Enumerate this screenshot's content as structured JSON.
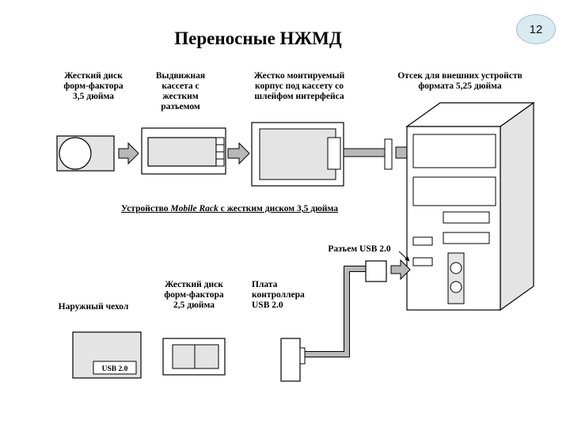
{
  "slide": {
    "title": "Переносные НЖМД",
    "page_number": "12"
  },
  "labels": {
    "hdd35": "Жесткий диск\nформ-фактора\n3,5 дюйма",
    "cassette": "Выдвижная\nкассета с\nжестким\nразъемом",
    "mount_case": "Жестко монтируемый\nкорпус под кассету со\nшлейфом интерфейса",
    "bay": "Отсек для внешних устройств\nформата 5,25 дюйма",
    "mobile_rack_prefix": "Устройство ",
    "mobile_rack_em": "Mobile Rack",
    "mobile_rack_suffix": " с жестким диском 3,5 дюйма",
    "usb_port": "Разъем USB 2.0",
    "hdd25": "Жесткий диск\nформ-фактора\n2,5 дюйма",
    "controller": "Плата\nконтроллера\nUSB 2.0",
    "enclosure": "Наружный чехол",
    "enclosure_usb": "USB 2.0"
  },
  "colors": {
    "fill_gray": "#e4e4e4",
    "arrow_gray": "#b8b8b8",
    "ink": "#000000"
  }
}
